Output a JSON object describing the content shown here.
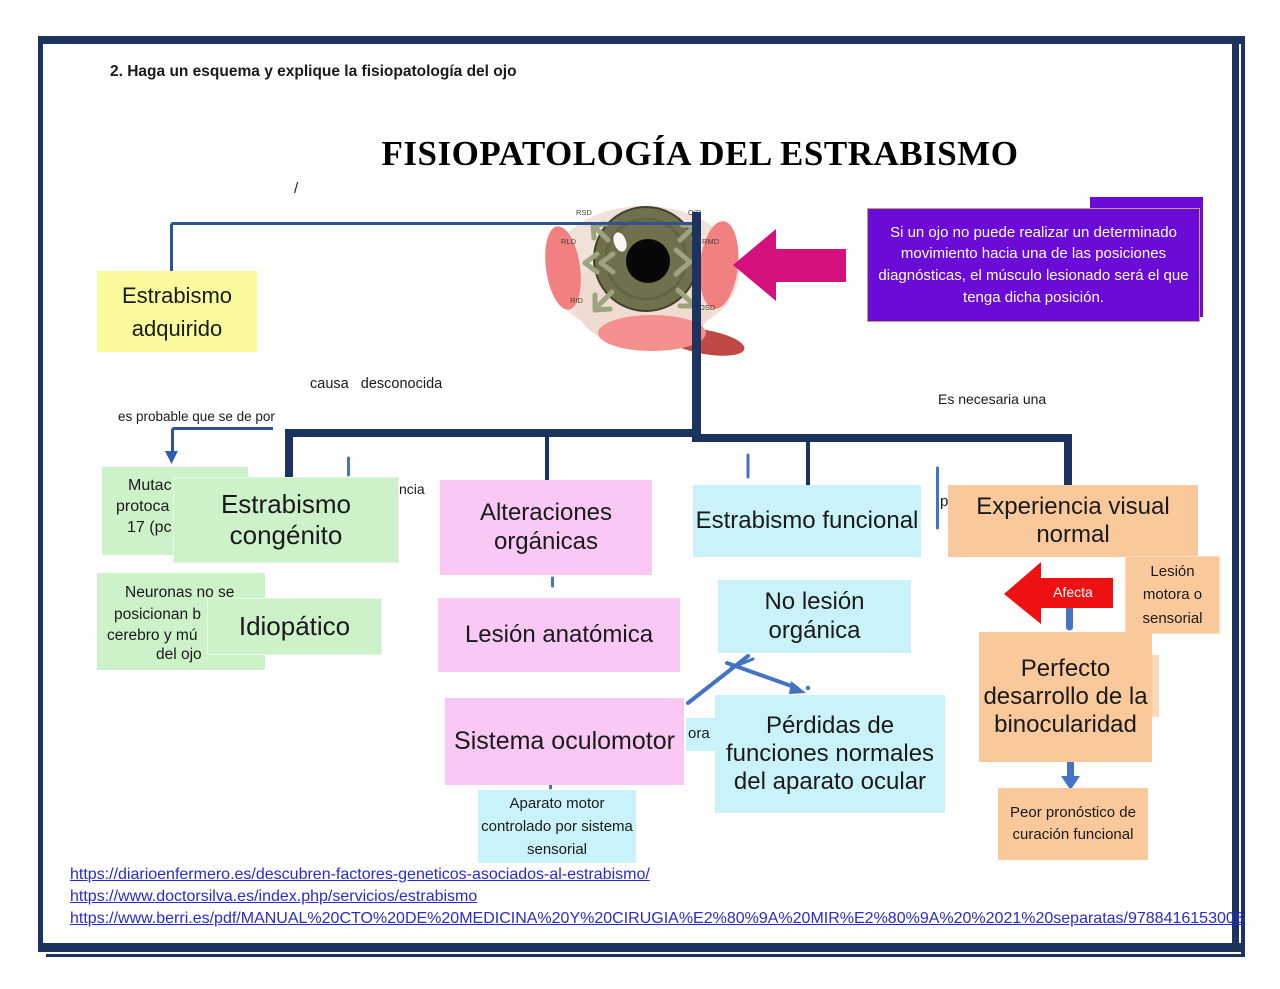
{
  "header": {
    "exercise": "2. Haga un esquema y explique la fisiopatología del ojo",
    "title": "FISIOPATOLOGÍA DEL ESTRABISMO",
    "stray_mark": "/"
  },
  "note": {
    "text": "Si un ojo no puede realizar un determinado movimiento hacia una de las posiciones diagnósticas, el músculo lesionado será el que tenga dicha posición."
  },
  "connector_labels": {
    "causa": "causa   desconocida",
    "probable": "es probable que se de por",
    "necesaria": "Es necesaria una",
    "afecta": "Afecta"
  },
  "fragments": {
    "ncia": "ncia",
    "p": "p",
    "ora": "ora"
  },
  "eye_labels": {
    "rsd": "RSD",
    "oid": "OID",
    "rld": "RLD",
    "rmd": "RMD",
    "rid": "RID",
    "osd": "OSD"
  },
  "boxes": {
    "adquirido": "Estrabismo adquirido",
    "mutacion": {
      "l1": "Mutac",
      "l2": "protoca",
      "l3": "17 (pc"
    },
    "congenito": "Estrabismo congénito",
    "neuronas": {
      "l1": "Neuronas no se",
      "l2": "posicionan b",
      "l3": "cerebro y mú",
      "l4": "del ojo"
    },
    "idiopatico": "Idiopático",
    "alteraciones": "Alteraciones orgánicas",
    "lesion_anatomica": "Lesión anatómica",
    "sistema_oculomotor": "Sistema oculomotor",
    "aparato_motor": "Aparato motor controlado por sistema sensorial",
    "funcional": "Estrabismo funcional",
    "no_lesion": "No lesión orgánica",
    "perdidas": "Pérdidas de funciones normales del aparato ocular",
    "experiencia": "Experiencia visual normal",
    "lesion_motora": "Lesión motora o sensorial",
    "perfecto": "Perfecto desarrollo de la binocularidad",
    "peor": "Peor pronóstico de curación funcional"
  },
  "links": [
    "https://diarioenfermero.es/descubren-factores-geneticos-asociados-al-estrabismo/",
    "https://www.doctorsilva.es/index.php/servicios/estrabismo",
    "https://www.berri.es/pdf/MANUAL%20CTO%20DE%20MEDICINA%20Y%20CIRUGIA%E2%80%9A%20MIR%E2%80%9A%20%2021%20separatas/9788416153008"
  ],
  "colors": {
    "yellow": "#fbfb9e",
    "green": "#cdf2c9",
    "pink": "#f9c8f4",
    "cyan": "#c9f3f8",
    "orange": "#f9c99b",
    "purple": "#6a0bd8",
    "navy": "#1c3360",
    "blue": "#4472c4",
    "link_blue": "#2a2ad4",
    "arrow_pink": "#d4117c",
    "arrow_red": "#ee1111"
  }
}
